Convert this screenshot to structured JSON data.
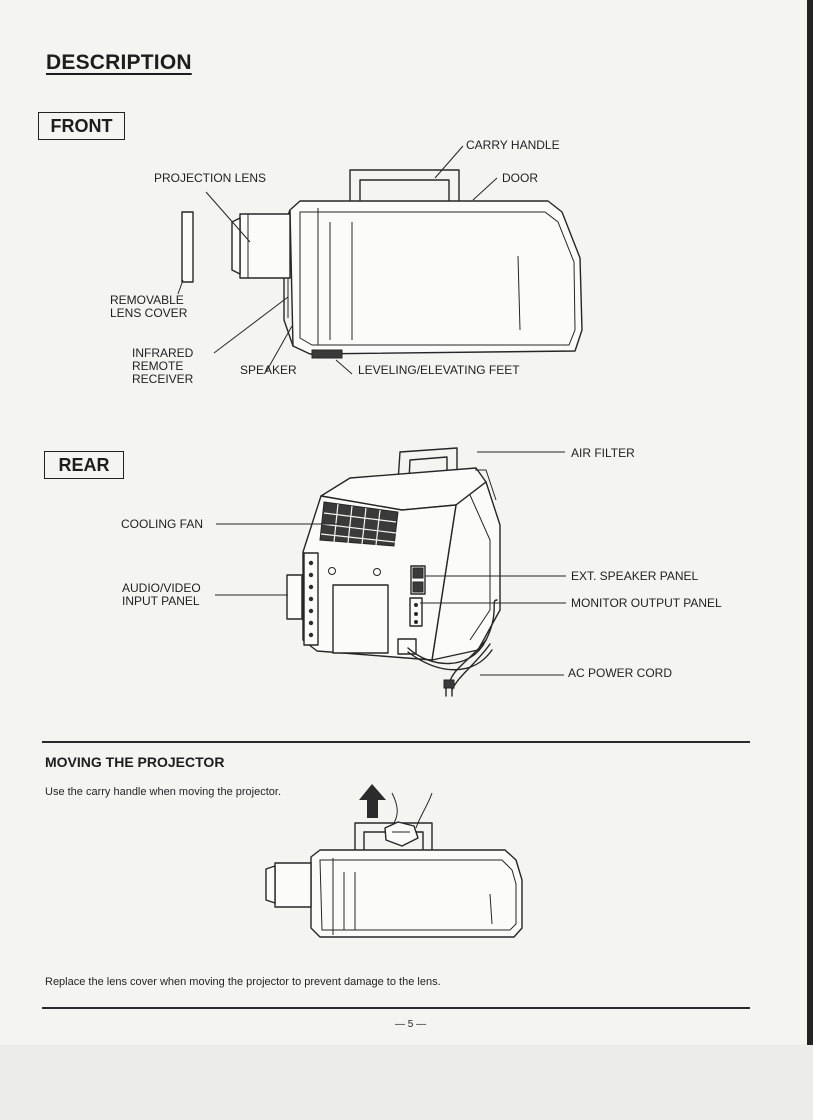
{
  "page": {
    "title": "DESCRIPTION",
    "page_number": "— 5 —"
  },
  "front": {
    "heading": "FRONT",
    "labels": {
      "carry_handle": "CARRY HANDLE",
      "projection_lens": "PROJECTION LENS",
      "door": "DOOR",
      "lens_cover": "REMOVABLE\nLENS COVER",
      "infrared": "INFRARED\nREMOTE\nRECEIVER",
      "speaker": "SPEAKER",
      "feet": "LEVELING/ELEVATING FEET"
    }
  },
  "rear": {
    "heading": "REAR",
    "labels": {
      "air_filter": "AIR FILTER",
      "cooling_fan": "COOLING FAN",
      "av_input": "AUDIO/VIDEO\nINPUT PANEL",
      "ext_speaker": "EXT. SPEAKER PANEL",
      "monitor_output": "MONITOR OUTPUT PANEL",
      "ac_power": "AC POWER CORD"
    }
  },
  "moving": {
    "heading": "MOVING THE PROJECTOR",
    "instruction": "Use the carry handle when moving the projector.",
    "note": "Replace the lens cover when moving the projector to prevent damage to the lens."
  }
}
